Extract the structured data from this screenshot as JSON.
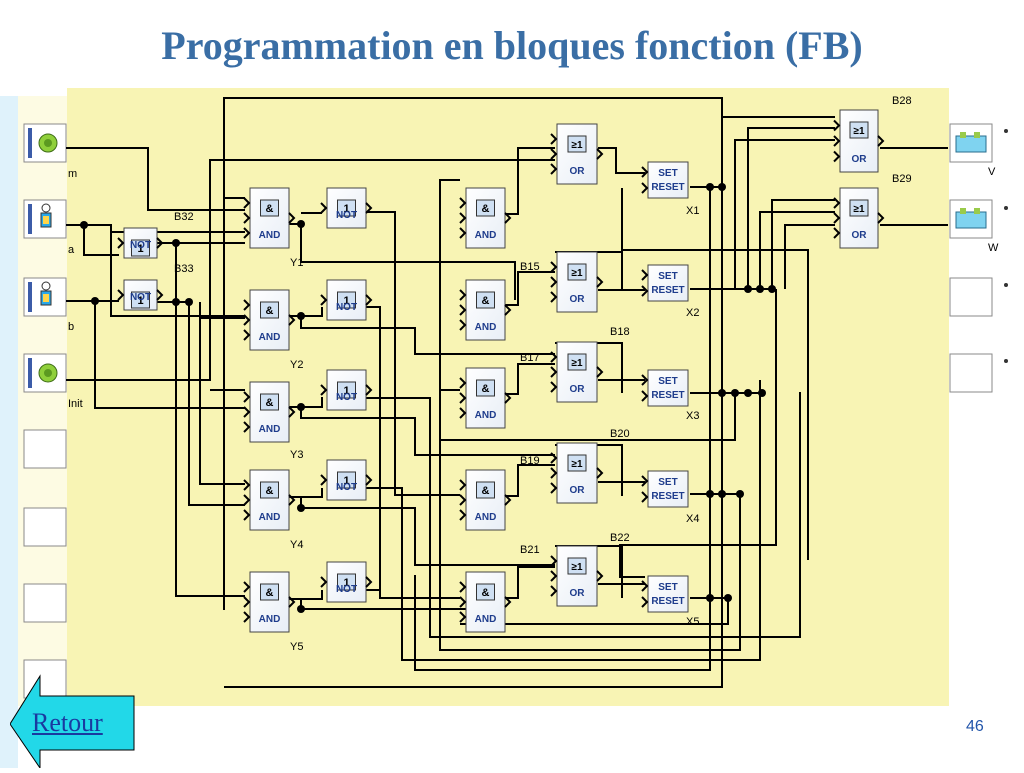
{
  "title": "Programmation en bloques fonction (FB)",
  "inputs": [
    {
      "label": "m",
      "icon": "green-button-icon"
    },
    {
      "label": "a",
      "icon": "sensor-icon"
    },
    {
      "label": "b",
      "icon": "sensor-icon"
    },
    {
      "label": "Init",
      "icon": "green-button-icon"
    }
  ],
  "outputs": [
    {
      "label": "V",
      "icon": "output-valve-icon"
    },
    {
      "label": "W",
      "icon": "output-valve-icon"
    }
  ],
  "block_labels": {
    "and": "AND",
    "and_symbol": "&",
    "not": "NOT",
    "not_symbol": "1",
    "or": "OR",
    "or_symbol": "≥1",
    "set": "SET",
    "reset": "RESET"
  },
  "net_labels": {
    "B32": "B32",
    "B33": "B33",
    "B15": "B15",
    "B17": "B17",
    "B18": "B18",
    "B19": "B19",
    "B20": "B20",
    "B21": "B21",
    "B22": "B22",
    "B28": "B28",
    "B29": "B29",
    "Y1": "Y1",
    "Y2": "Y2",
    "Y3": "Y3",
    "Y4": "Y4",
    "Y5": "Y5",
    "X1": "X1",
    "X2": "X2",
    "X3": "X3",
    "X4": "X4",
    "X5": "X5"
  },
  "footer": {
    "retour": "Retour",
    "page": "46"
  },
  "colors": {
    "title": "#3a6ea5",
    "canvas": "#f8f4b4",
    "block_text": "#1e3c8c",
    "wire": "#000000"
  }
}
